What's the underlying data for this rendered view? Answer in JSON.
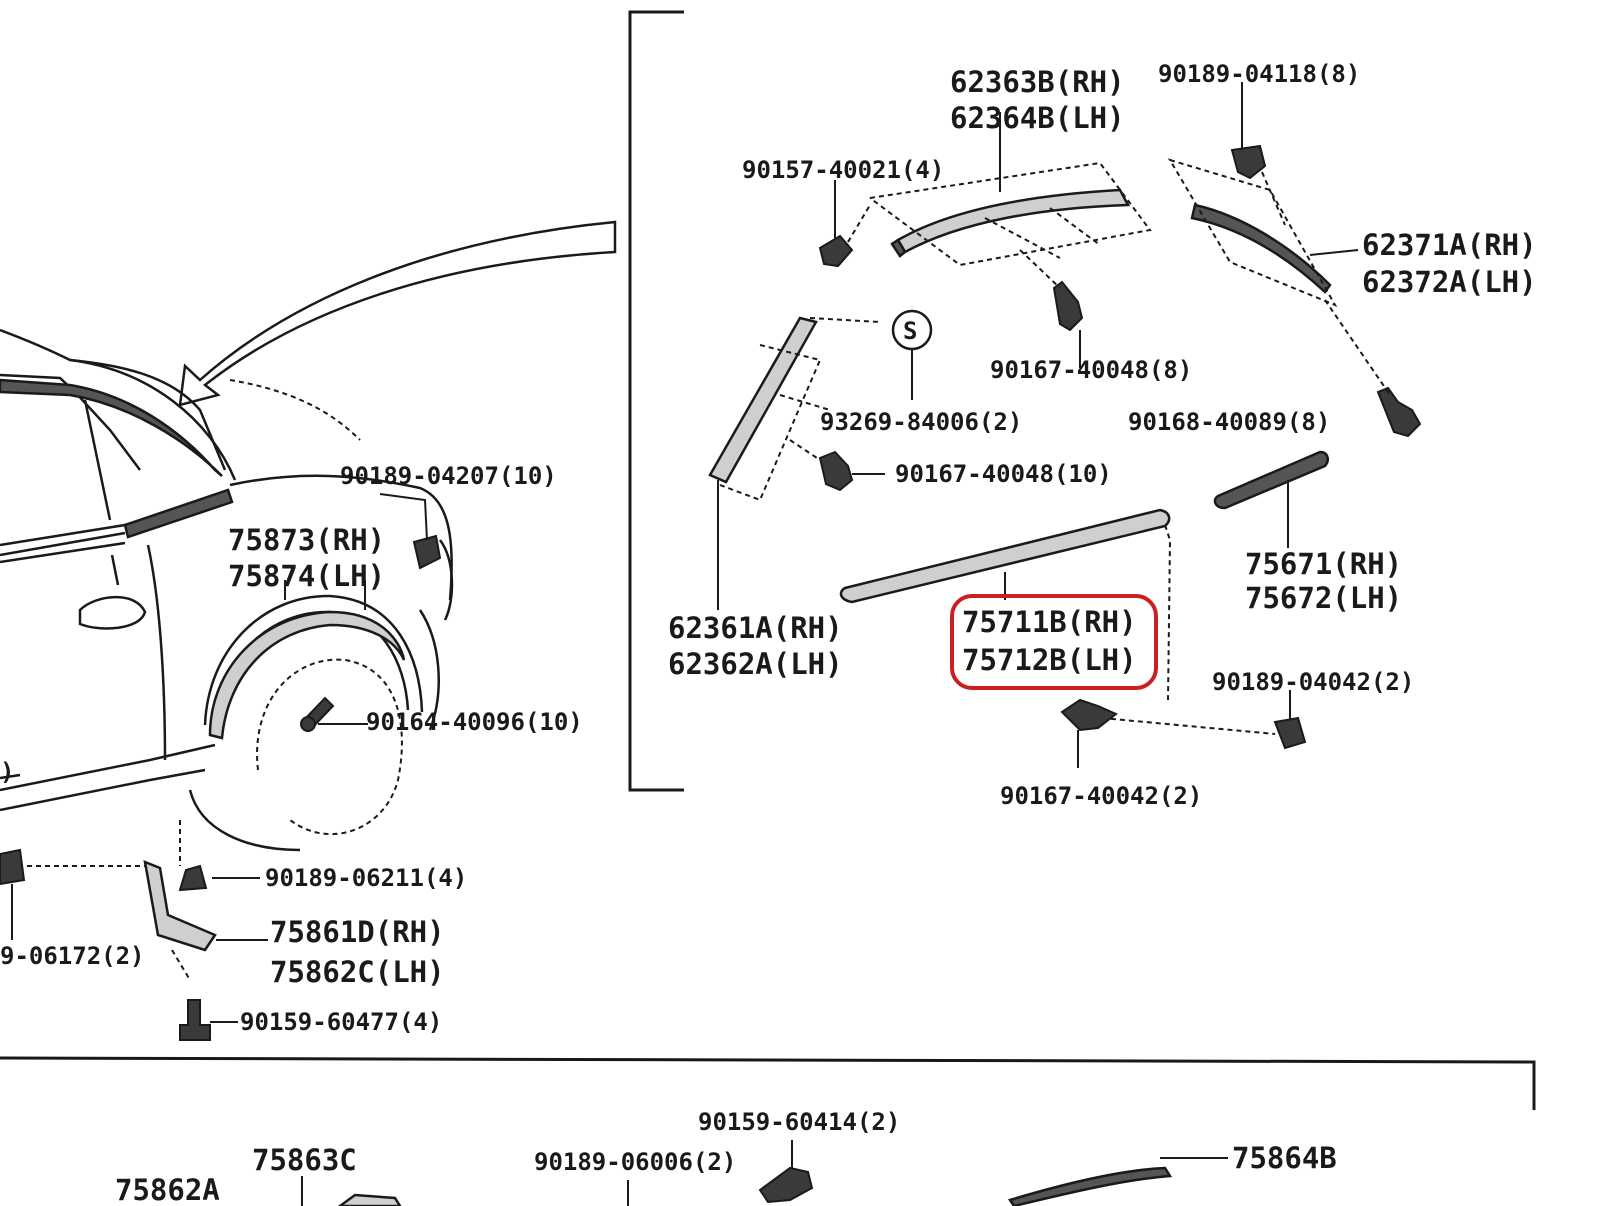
{
  "diagram": {
    "highlight_color": "#cc1f1f",
    "line_color": "#1a1a1a",
    "labels": {
      "p62363b": "62363B(RH)",
      "p62364b": "62364B(LH)",
      "p90189_04118": "90189-04118(8)",
      "p90157_40021": "90157-40021(4)",
      "p62371a": "62371A(RH)",
      "p62372a": "62372A(LH)",
      "p90167_40048_8": "90167-40048(8)",
      "p93269_84006": "93269-84006(2)",
      "p90168_40089": "90168-40089(8)",
      "p90167_40048_10": "90167-40048(10)",
      "p90189_04207": "90189-04207(10)",
      "p75873": "75873(RH)",
      "p75874": "75874(LH)",
      "p75671": "75671(RH)",
      "p75672": "75672(LH)",
      "p62361a": "62361A(RH)",
      "p62362a": "62362A(LH)",
      "p75711b": "75711B(RH)",
      "p75712b": "75712B(LH)",
      "p90189_04042": "90189-04042(2)",
      "p90164_40096": "90164-40096(10)",
      "p90167_40042": "90167-40042(2)",
      "p90189_06211": "90189-06211(4)",
      "p75861d": "75861D(RH)",
      "p75862c": "75862C(LH)",
      "p06172": "9-06172(2)",
      "p90159_60477": "90159-60477(4)",
      "p90159_60414": "90159-60414(2)",
      "p75863c": "75863C",
      "p90189_06006": "90189-06006(2)",
      "p75864b": "75864B",
      "p75862a": "75862A",
      "s_symbol": "S",
      "left_paren": ")"
    }
  }
}
